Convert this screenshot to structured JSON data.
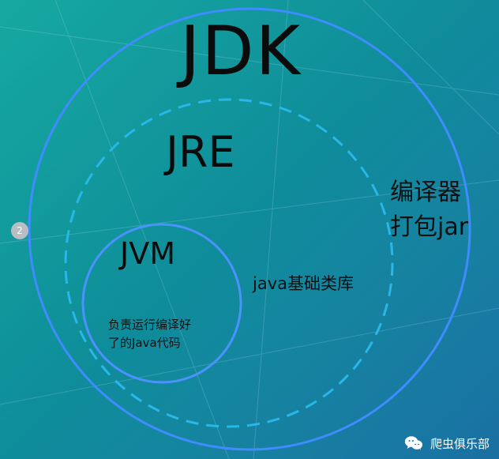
{
  "diagram": {
    "jdk": {
      "label": "JDK"
    },
    "jre": {
      "label": "JRE"
    },
    "jvm": {
      "label": "JVM"
    },
    "jdk_tools": {
      "line1": "编译器",
      "line2": "打包jar"
    },
    "jre_libs": {
      "label": "java基础类库"
    },
    "jvm_desc": {
      "line1": "负责运行编译好",
      "line2": "了的Java代码"
    }
  },
  "page_badge": "2",
  "watermark": {
    "icon": "wechat-icon",
    "text": "爬虫俱乐部"
  },
  "colors": {
    "background_start": "#08a39a",
    "background_end": "#1a74a8",
    "jdk_ring": "#3f8cff",
    "jre_ring": "#28b7e8",
    "jvm_ring": "#4b92ff",
    "text": "#0b0b0b",
    "badge": "#b9bec2"
  }
}
